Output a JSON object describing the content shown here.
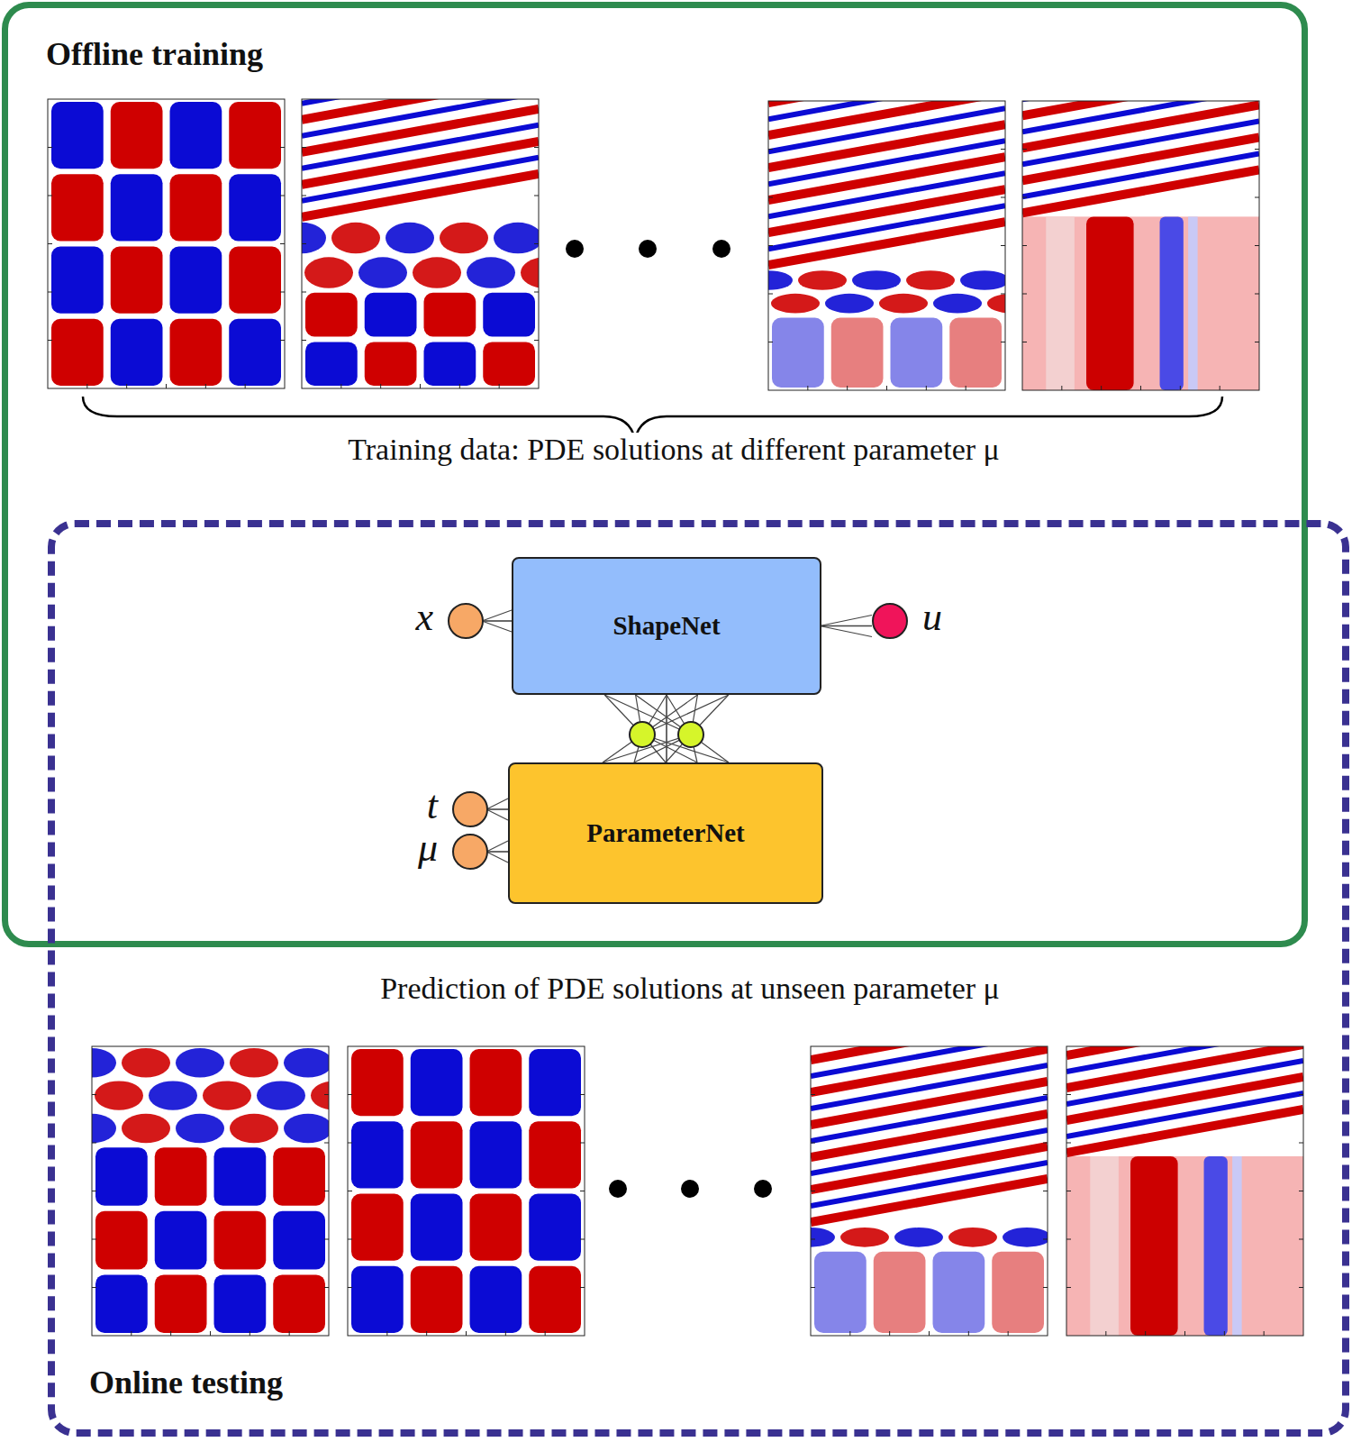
{
  "diagram": {
    "nodes": [
      {
        "text": [
          "Offline training"
        ]
      },
      {
        "text": [
          "Online testing"
        ]
      },
      {
        "text": [
          "x"
        ],
        "in": 1
      },
      {
        "text": [
          "ShapeNet"
        ],
        "in": 1
      },
      {
        "text": [
          "u"
        ],
        "in": 1
      },
      {
        "text": [
          "t"
        ],
        "in": 1
      },
      {
        "text": [
          "μ"
        ],
        "in": 1
      },
      {
        "text": [
          "ParameterNet"
        ],
        "in": 1
      }
    ],
    "edges": [
      {
        "from": 2,
        "to": 3,
        "arrow": "none"
      },
      {
        "from": 3,
        "to": 4,
        "arrow": "none"
      },
      {
        "from": 5,
        "to": 7,
        "arrow": "none"
      },
      {
        "from": 6,
        "to": 7,
        "arrow": "none"
      },
      {
        "from": 7,
        "to": 3,
        "arrow": "none"
      }
    ],
    "labels": [
      "Training data: PDE solutions at different parameter μ",
      "Prediction of PDE solutions at unseen parameter μ"
    ]
  }
}
